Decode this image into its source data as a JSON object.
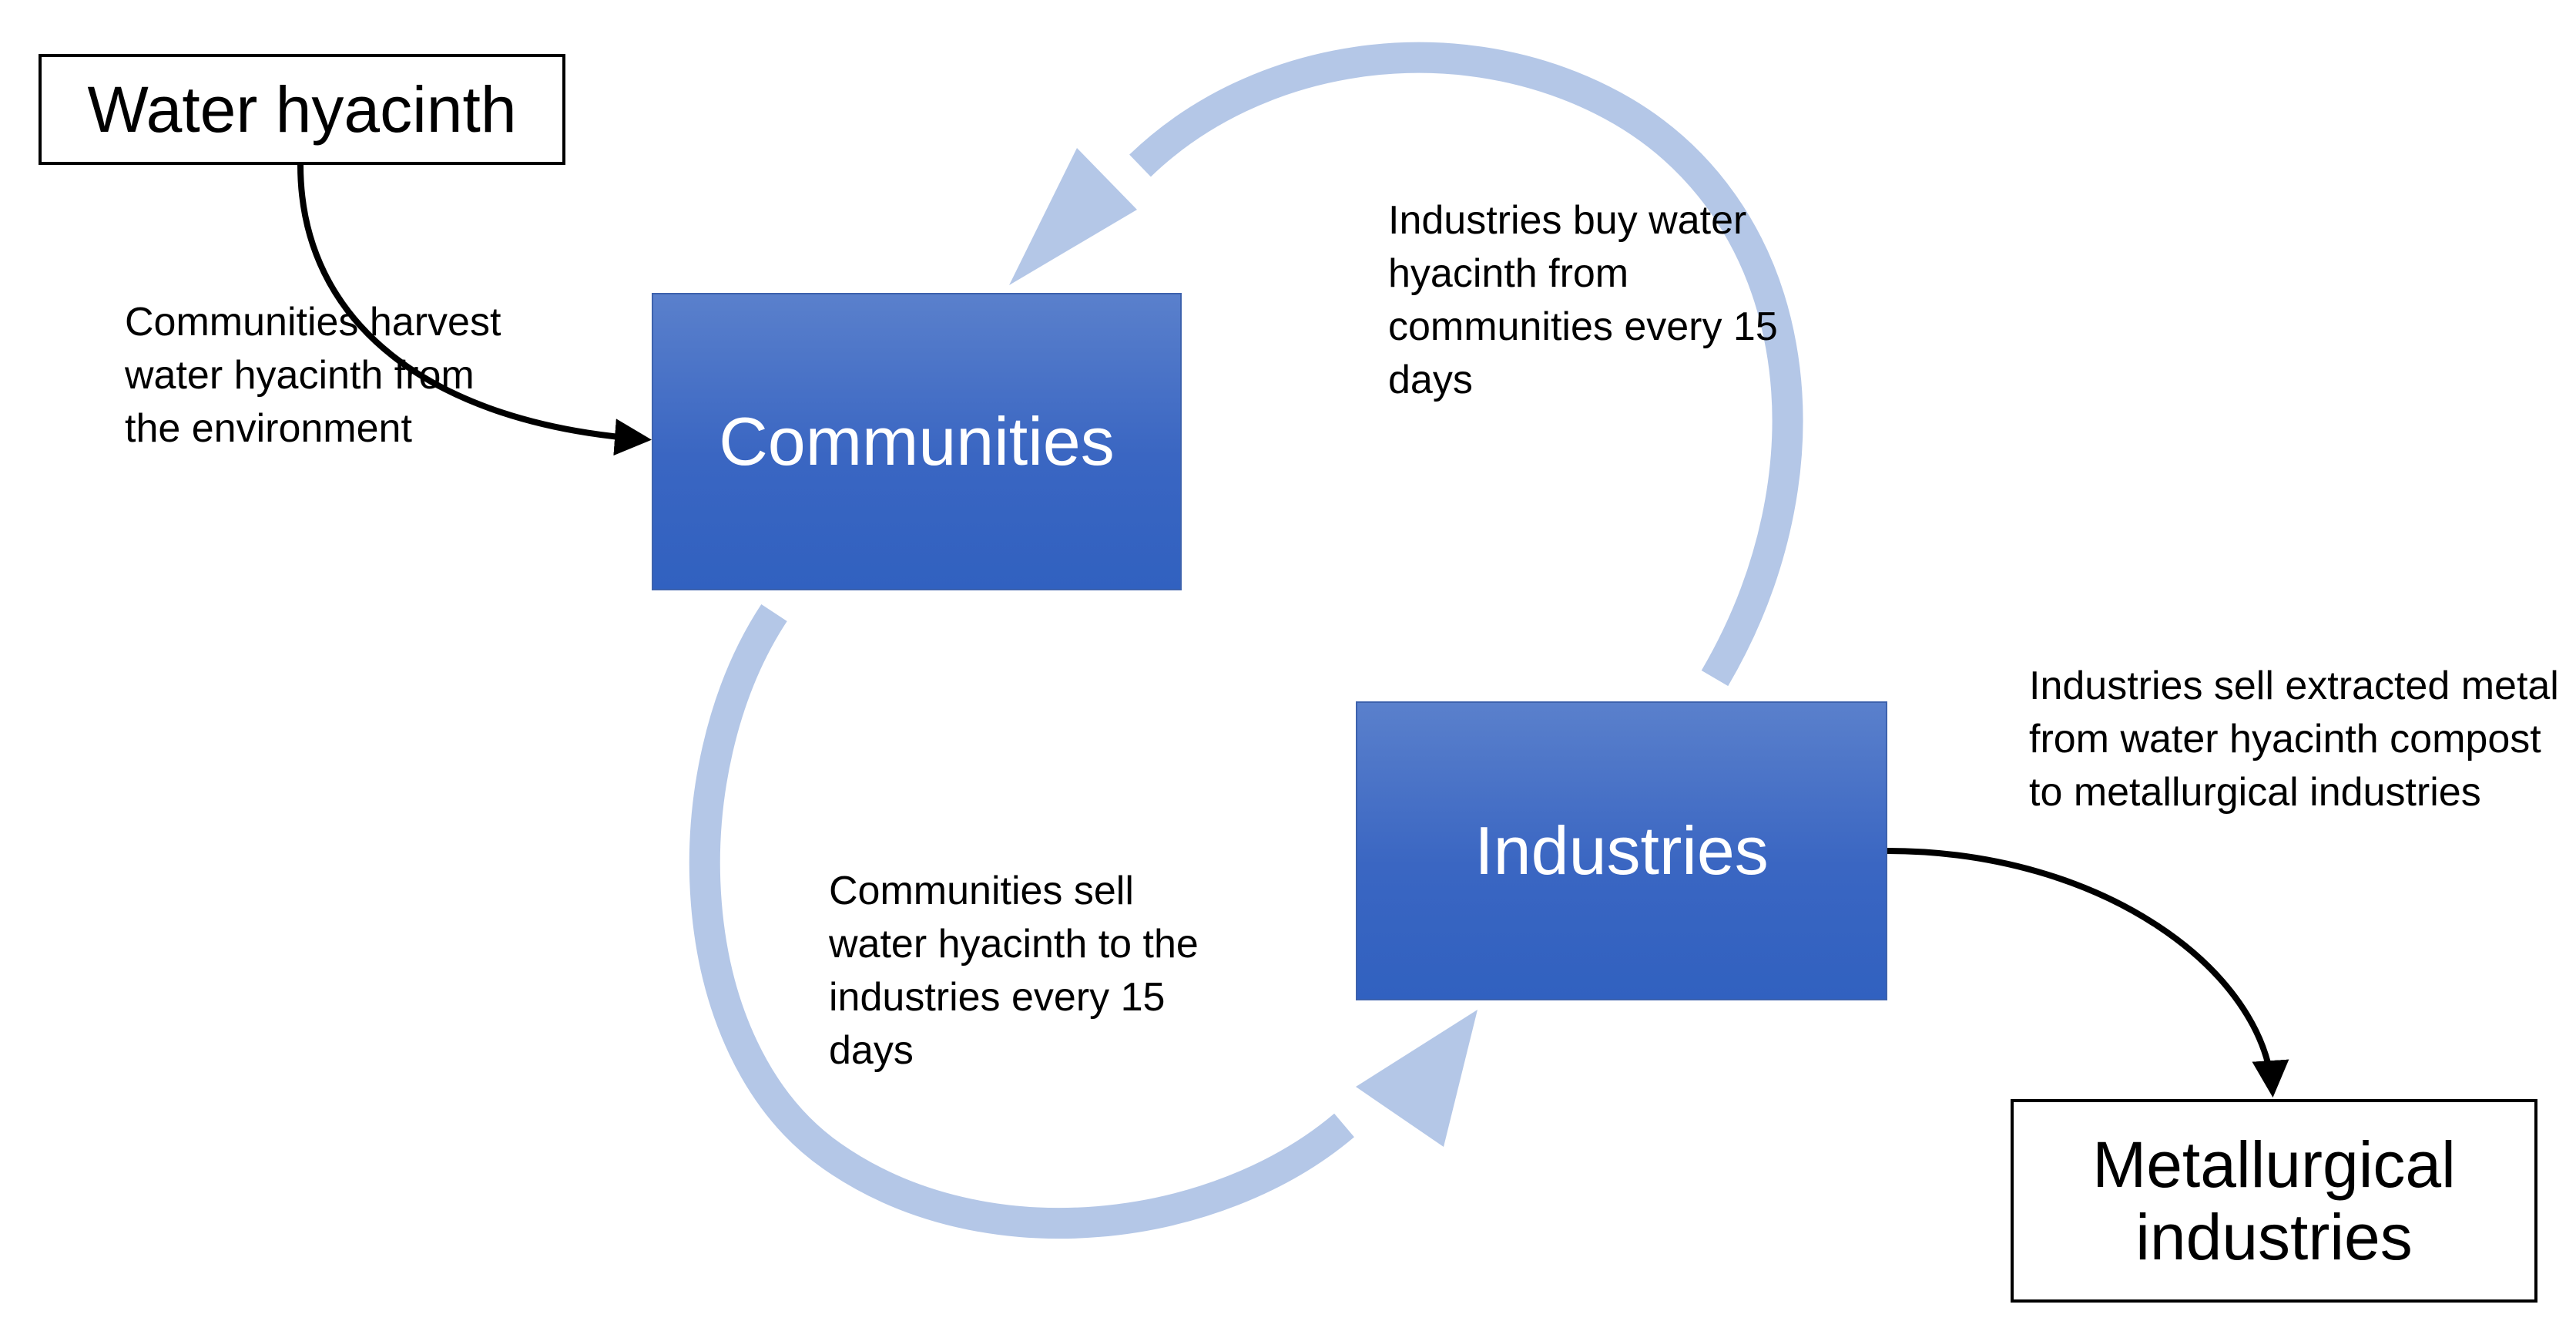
{
  "nodes": {
    "water_hyacinth": "Water hyacinth",
    "communities": "Communities",
    "industries": "Industries",
    "metallurgical_industries": "Metallurgical industries"
  },
  "annotations": {
    "harvest": "Communities harvest water hyacinth from the environment",
    "buy": "Industries buy water hyacinth from communities every 15 days",
    "sell": "Communities sell water hyacinth to the industries every 15 days",
    "metal": "Industries sell extracted metal from water hyacinth compost to metallurgical industries"
  },
  "colors": {
    "box_fill": "#4472c4",
    "cycle_arrow": "#b4c7e7",
    "connector": "#000000"
  }
}
